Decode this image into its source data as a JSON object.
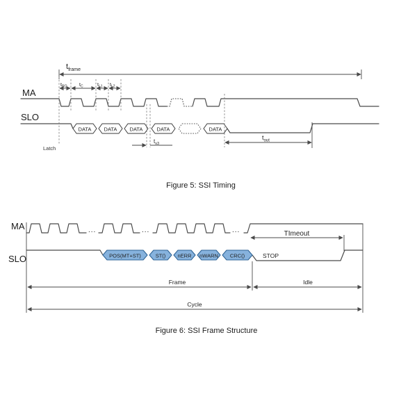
{
  "fig5": {
    "ma_label": "MA",
    "slo_label": "SLO",
    "latch_label": "Latch",
    "t_frame": {
      "base": "t",
      "sub": "frame"
    },
    "t_ro": {
      "base": "t",
      "sub": "RO"
    },
    "t_c": {
      "base": "t",
      "sub": "C"
    },
    "t_l1": {
      "base": "t",
      "sub": "L1"
    },
    "t_l2": {
      "base": "t",
      "sub": "L2"
    },
    "t_s3": {
      "base": "t",
      "sub": "s3"
    },
    "t_out": {
      "base": "t",
      "sub": "out"
    },
    "data_blocks": [
      "DATA",
      "DATA",
      "DATA",
      "DATA",
      "DATA"
    ],
    "caption": "Figure 5: SSI Timing"
  },
  "fig6": {
    "ma_label": "MA",
    "slo_label": "SLO",
    "timeout_label": "TImeout",
    "stop_label": "STOP",
    "frame_label": "Frame",
    "idle_label": "Idle",
    "cycle_label": "Cycle",
    "ellipsis": "...",
    "blocks": [
      "POS(MT+ST)",
      "ST()",
      "nERR",
      "nWARN",
      "CRC()"
    ],
    "colors": {
      "block_fill": "#86b2dd",
      "block_stroke": "#2f6496",
      "block_text": "#0f3a66"
    },
    "caption": "Figure 6: SSI  Frame Structure"
  }
}
